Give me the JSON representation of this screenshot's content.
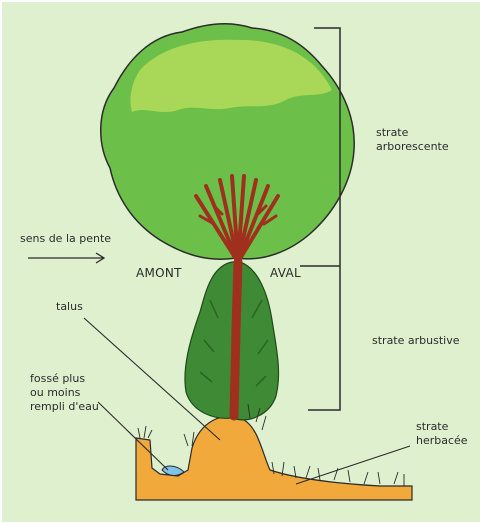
{
  "labels": {
    "strate_arborescente": "strate\narborescente",
    "sens_de_la_pente": "sens de la pente",
    "amont": "AMONT",
    "aval": "AVAL",
    "talus": "talus",
    "strate_arbustive": "strate arbustive",
    "fosse": "fossé plus\nou moins\nrempli d'eau",
    "strate_herbacee": "strate\nherbacée"
  },
  "colors": {
    "background": "#dff0cf",
    "canopy": "#6cc04a",
    "canopy_light": "#b4dc5a",
    "trunk": "#a0301e",
    "shrub": "#3f8a34",
    "ground": "#f0a93a",
    "water": "#7fc3e6",
    "ink": "#2b2b2b"
  }
}
